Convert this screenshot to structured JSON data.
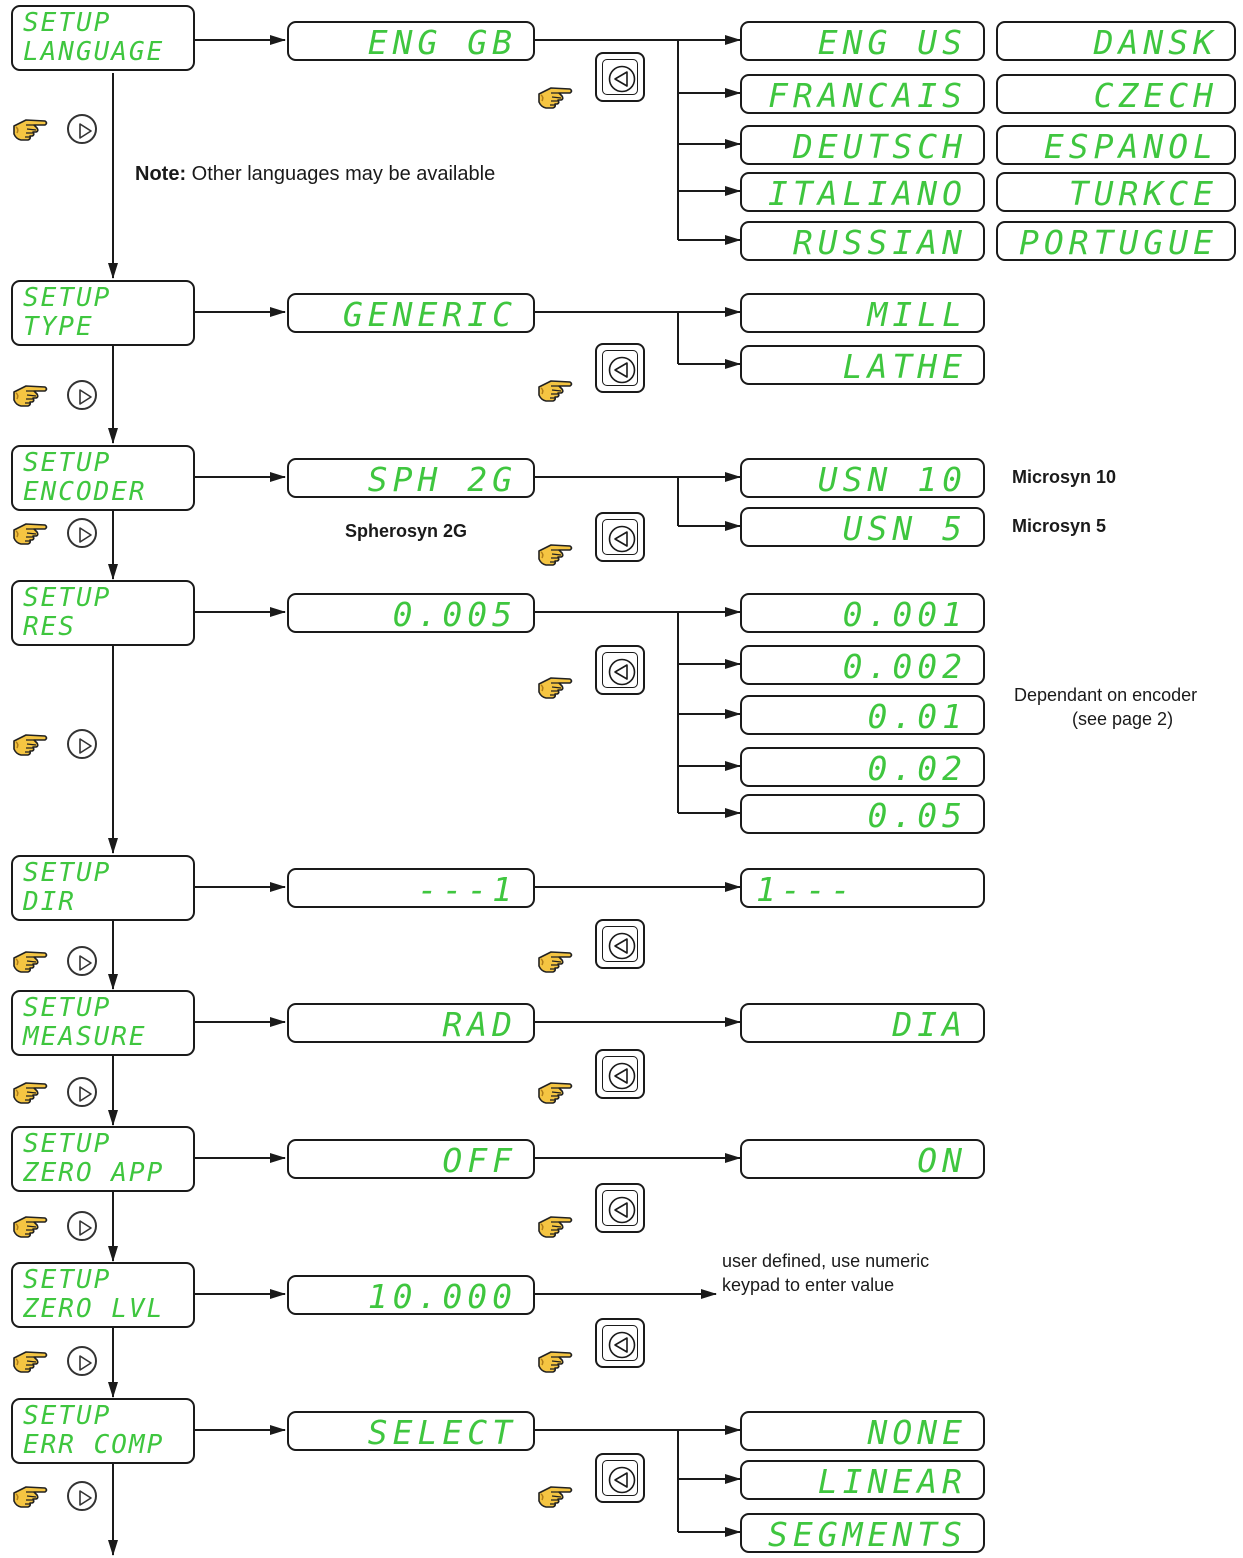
{
  "menus": [
    {
      "line1": "SETUP",
      "line2": "LANGUAGE",
      "value": "ENG GB",
      "options": [
        "ENG US",
        "FRANCAIS",
        "DEUTSCH",
        "ITALIANO",
        "RUSSIAN"
      ],
      "extra_options": [
        "DANSK",
        "CZECH",
        "ESPANOL",
        "TURKCE",
        "PORTUGUE"
      ]
    },
    {
      "line1": "SETUP",
      "line2": "TYPE",
      "value": "GENERIC",
      "options": [
        "MILL",
        "LATHE"
      ]
    },
    {
      "line1": "SETUP",
      "line2": "ENCODER",
      "value": "SPH 2G",
      "options": [
        "USN 10",
        "USN 5"
      ]
    },
    {
      "line1": "SETUP",
      "line2": "RES",
      "value": "0.005",
      "options": [
        "0.001",
        "0.002",
        "0.01",
        "0.02",
        "0.05"
      ]
    },
    {
      "line1": "SETUP",
      "line2": "DIR",
      "value": "---1",
      "options": [
        "1---"
      ]
    },
    {
      "line1": "SETUP",
      "line2": "MEASURE",
      "value": "RAD",
      "options": [
        "DIA"
      ]
    },
    {
      "line1": "SETUP",
      "line2": "ZERO APP",
      "value": "OFF",
      "options": [
        "ON"
      ]
    },
    {
      "line1": "SETUP",
      "line2": "ZERO LVL",
      "value": "10.000",
      "options": []
    },
    {
      "line1": "SETUP",
      "line2": "ERR COMP",
      "value": "SELECT",
      "options": [
        "NONE",
        "LINEAR",
        "SEGMENTS"
      ]
    }
  ],
  "notes": {
    "language_bold": "Note:",
    "language_text": " Other languages may be available",
    "encoder_value": "Spherosyn 2G",
    "encoder_opt1": "Microsyn 10",
    "encoder_opt2": "Microsyn 5",
    "res_line1": "Dependant on encoder",
    "res_line2": "(see page 2)",
    "zero_lvl_line1": "user defined, use numeric",
    "zero_lvl_line2": "keypad to enter value"
  },
  "icons": {
    "next": "right-arrow-key-icon",
    "cycle": "left-arrow-key-icon",
    "pointer": "pointing-hand-icon"
  },
  "colors": {
    "lcd_text": "#3fc63f",
    "lines": "#1a1a1a"
  }
}
